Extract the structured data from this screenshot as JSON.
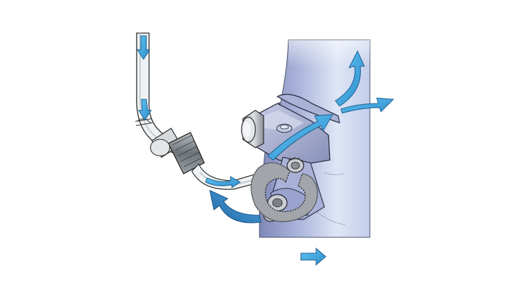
{
  "diagram": {
    "subject": "tube-clamp-airflow",
    "labels": [],
    "colors": {
      "background": "#ffffff",
      "arrow_fill": "#3fa9e0",
      "arrow_stroke": "#1f5f8f",
      "arrow_dark": "#2d7fc0",
      "post_light": "#dde4f4",
      "post_mid": "#b4bfe0",
      "post_dark": "#8e99c6",
      "outline": "#2a2a2a",
      "tube_fill": "#e8edf0",
      "tube_inner": "#c9d2d8",
      "connector_fill": "#8c959a",
      "clamp_fill": "#9ea0a3"
    },
    "icons": {
      "inflow_arrows": "down-arrow",
      "outflow_arrows": "curved-up-arrow",
      "return_arrow": "curved-left-arrow",
      "legend_arrow": "right-arrow"
    }
  }
}
